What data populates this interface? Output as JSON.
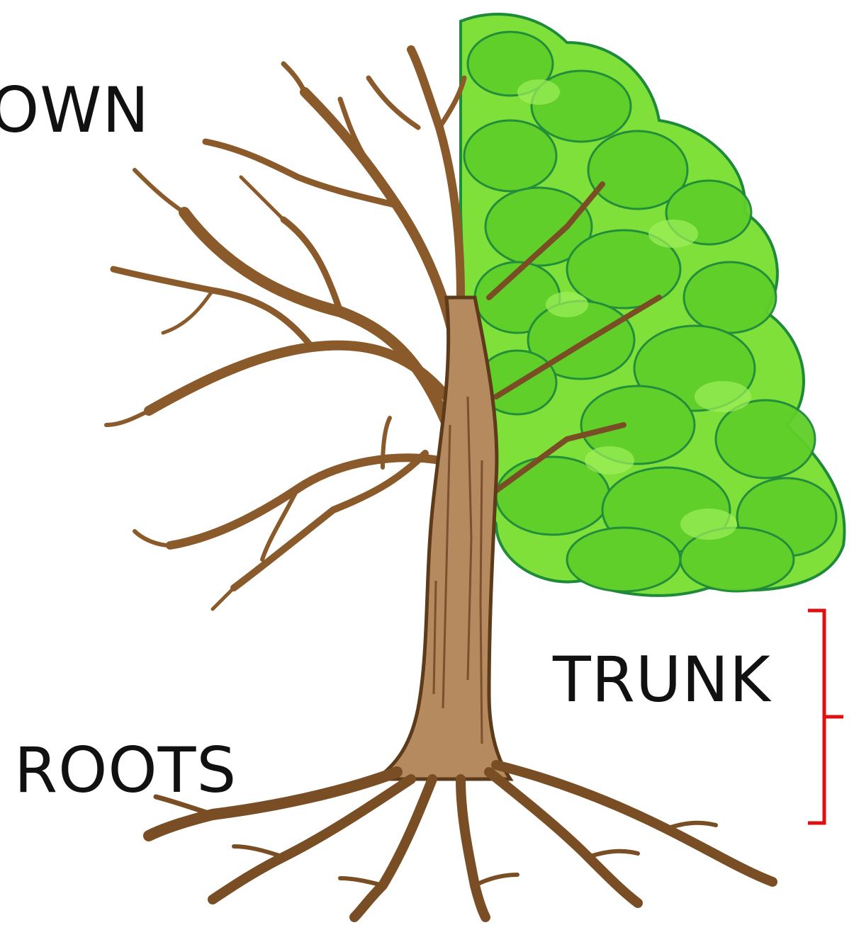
{
  "labels": {
    "crown": "OWN",
    "trunk": "TRUNK",
    "roots": "ROOTS"
  },
  "colors": {
    "bark": "#8a5a2b",
    "bark_dark": "#5c3a1a",
    "leaf_light": "#7fe03a",
    "leaf_mid": "#4cc21e",
    "leaf_outline": "#1f8a3a",
    "bracket": "#e01010",
    "text": "#111111"
  },
  "icons": {
    "illustration": "half-bare-half-leafy-tree"
  }
}
